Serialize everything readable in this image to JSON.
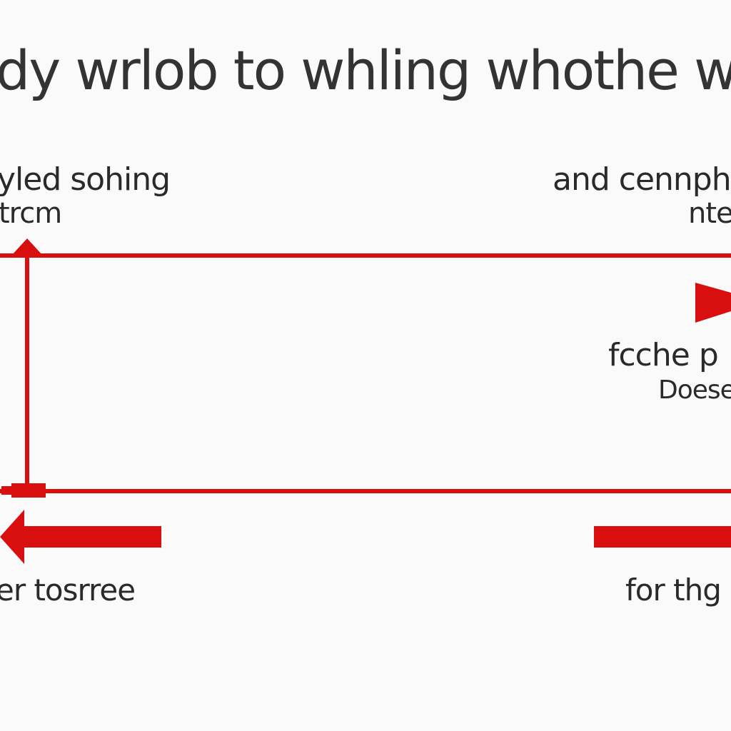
{
  "diagram": {
    "title": "dy wrlob to whling whothe wlft",
    "top_left_label_line1": "yled sohing",
    "top_left_label_line2": "trcm",
    "top_right_label_line1": "and cennphl",
    "top_right_label_line2": "nte",
    "mid_right_label_line1": "fcche p",
    "mid_right_label_line2": "Doese",
    "bottom_left_label": "er tosrree",
    "bottom_right_label": "for thg",
    "colors": {
      "accent": "#d90f0f",
      "text": "#2a2a2a",
      "background": "#fafafa"
    }
  }
}
